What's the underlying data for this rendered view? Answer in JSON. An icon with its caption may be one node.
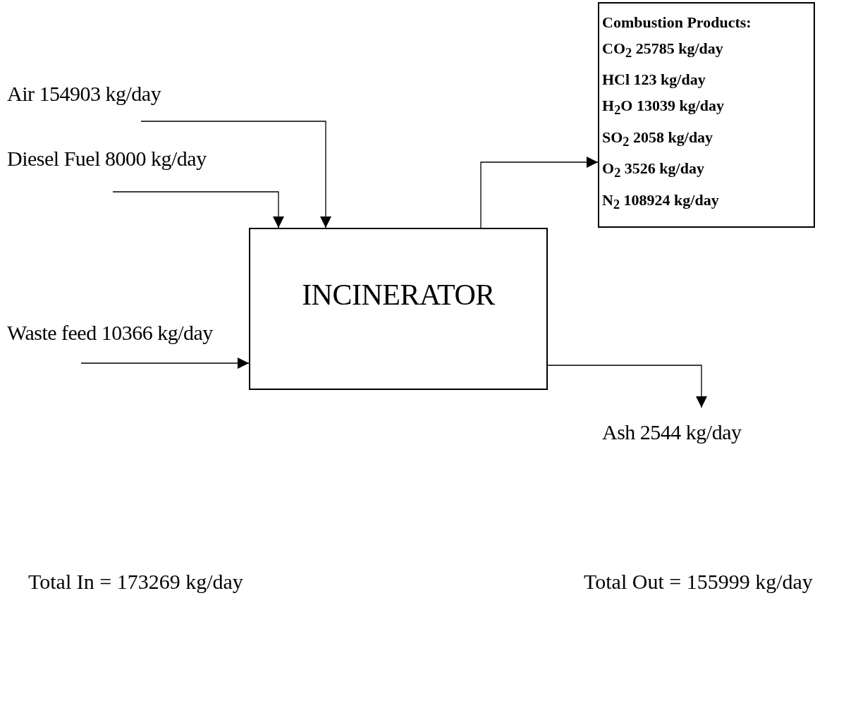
{
  "diagram": {
    "nodes": [
      {
        "text": [
          "Air 154903 kg/day"
        ]
      },
      {
        "text": [
          "Diesel Fuel 8000 kg/day"
        ]
      },
      {
        "text": [
          "Waste feed 10366 kg/day"
        ]
      },
      {
        "text": [
          "INCINERATOR"
        ]
      },
      {
        "text": [
          "Combustion Products:",
          "CO$_{2}$ 25785 kg/day",
          "HCl 123 kg/day",
          "H$_{2}$O 13039 kg/day",
          "SO$_{2}$ 2058 kg/day",
          "O$_{2}$ 3526 kg/day",
          "N$_{2}$ 108924 kg/day"
        ]
      },
      {
        "text": [
          "Ash 2544 kg/day"
        ]
      }
    ],
    "edges": [
      {
        "from": 0,
        "to": 3,
        "arrow": "to"
      },
      {
        "from": 1,
        "to": 3,
        "arrow": "to"
      },
      {
        "from": 2,
        "to": 3,
        "arrow": "to"
      },
      {
        "from": 3,
        "to": 4,
        "arrow": "to"
      },
      {
        "from": 3,
        "to": 5,
        "arrow": "to"
      }
    ],
    "labels": [
      "Total In = 173269 kg/day",
      "Total Out = 155999 kg/day"
    ]
  }
}
